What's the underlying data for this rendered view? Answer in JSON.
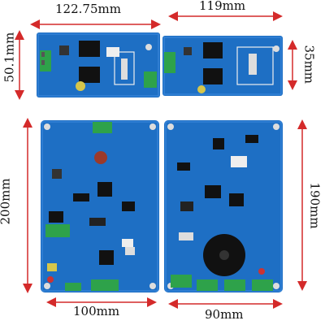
{
  "dimensions": {
    "board1_width": "122.75mm",
    "board1_height": "50.1mm",
    "board2_width": "119mm",
    "board2_height": "35mm",
    "board3_height": "200mm",
    "board3_width": "100mm",
    "board4_height": "190mm",
    "board4_width": "90mm"
  },
  "colors": {
    "pcb_blue": "#1e6fc4",
    "pcb_dark_blue": "#17539a",
    "terminal_green": "#2ea24a",
    "arrow_red": "#d42a2a"
  }
}
